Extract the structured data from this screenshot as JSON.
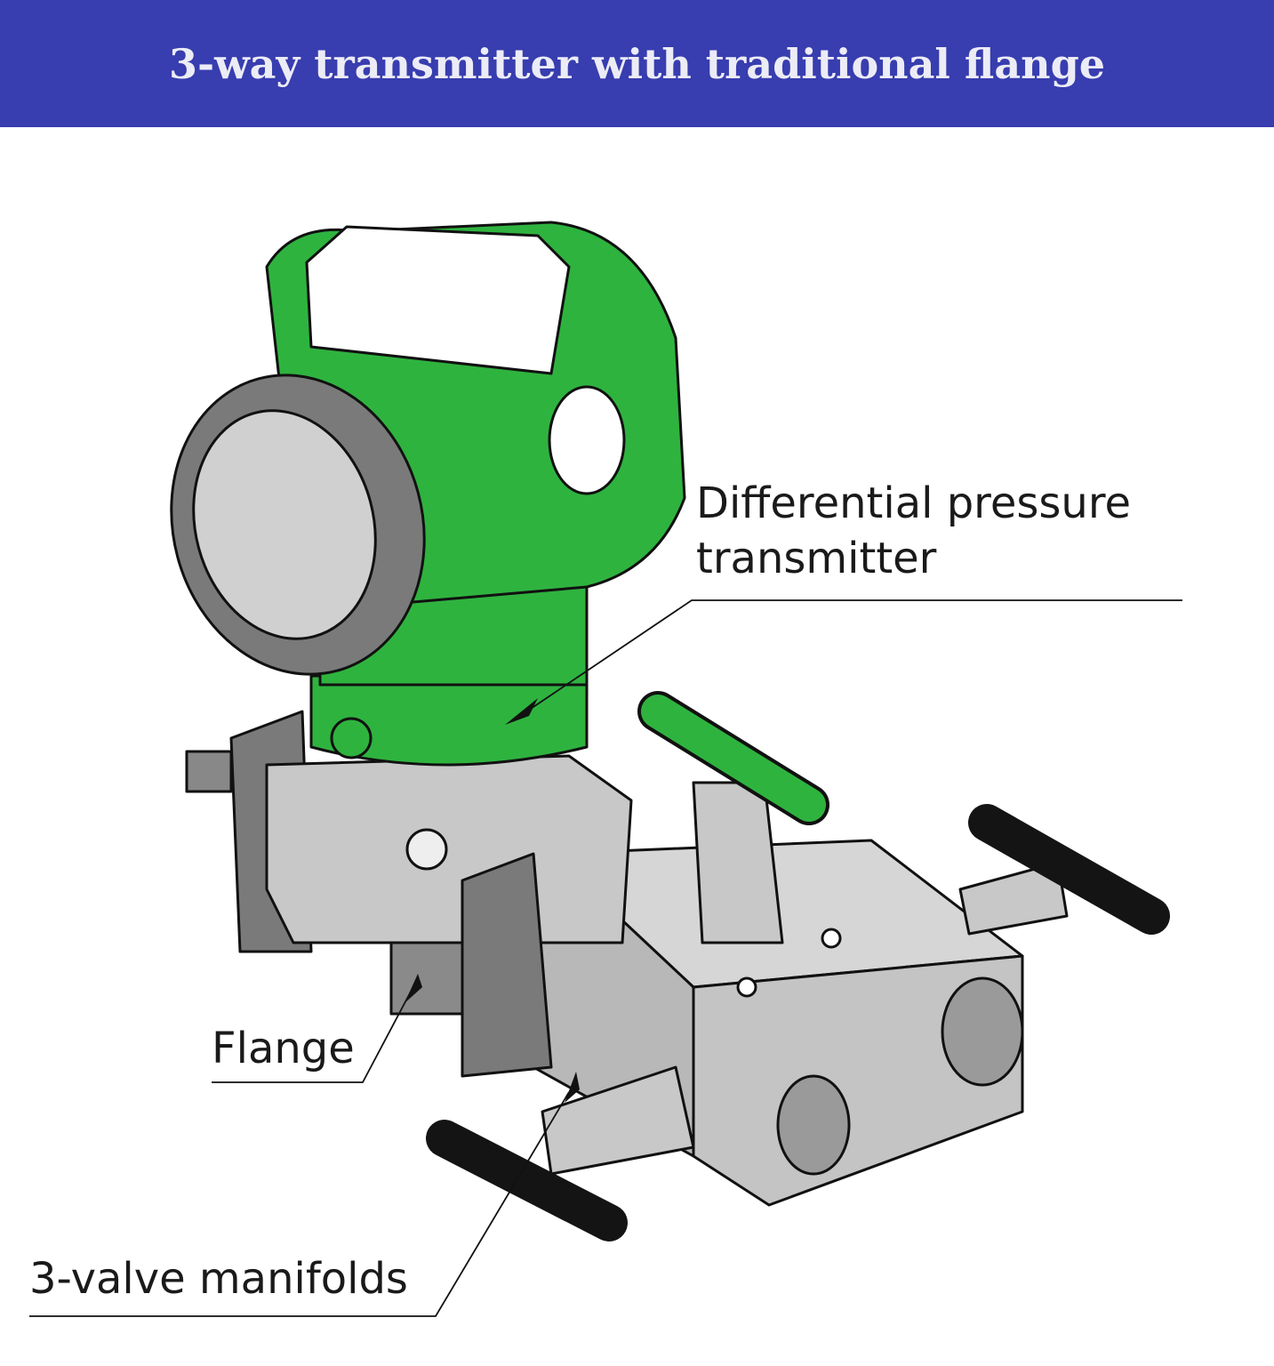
{
  "header": {
    "title": "3-way transmitter with traditional flange"
  },
  "colors": {
    "header_bg": "#383DAF",
    "title_text": "#ECECF6",
    "transmitter_green": "#2FB33F",
    "metal_gray": "#C8C8C8",
    "dark_gray": "#7A7A7A",
    "handle_black": "#141414"
  },
  "callouts": {
    "transmitter": {
      "line1": "Differential pressure",
      "line2": "transmitter"
    },
    "flange": {
      "label": "Flange"
    },
    "manifold": {
      "label": "3-valve manifolds"
    }
  }
}
